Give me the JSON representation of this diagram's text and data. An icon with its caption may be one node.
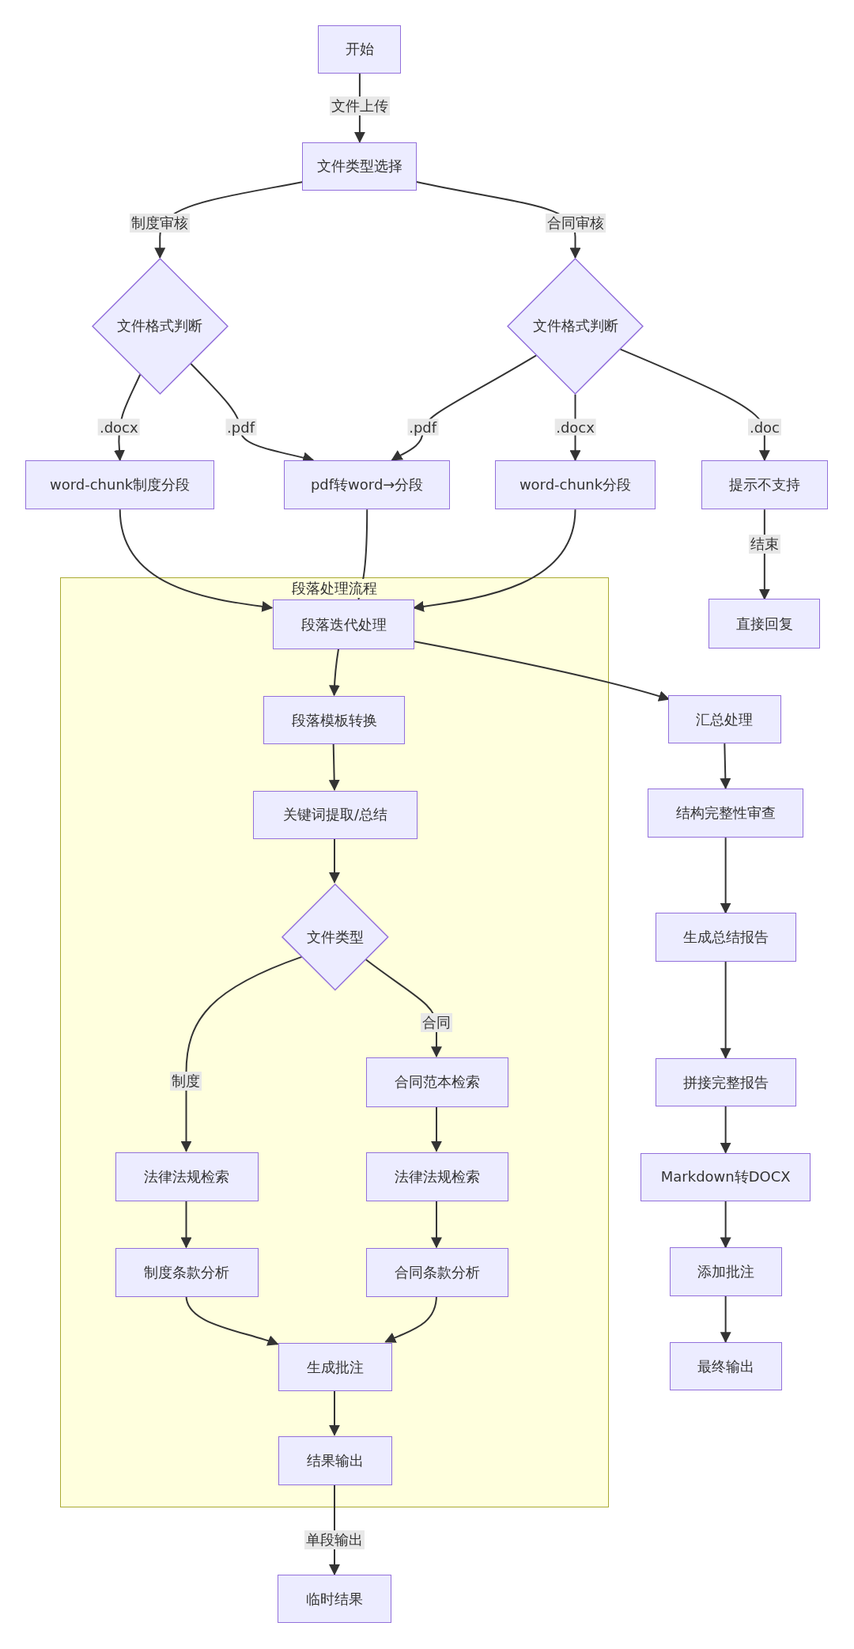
{
  "diagram": {
    "nodes": [
      {
        "text": [
          "开始"
        ]
      },
      {
        "text": [
          "文件类型选择"
        ]
      },
      {
        "text": [
          "文件格式判断"
        ]
      },
      {
        "text": [
          "文件格式判断"
        ]
      },
      {
        "text": [
          "word-chunk制度分段"
        ]
      },
      {
        "text": [
          "pdf转word→分段"
        ]
      },
      {
        "text": [
          "word-chunk分段"
        ]
      },
      {
        "text": [
          "提示不支持"
        ]
      },
      {
        "text": [
          "直接回复"
        ]
      },
      {
        "text": [
          "段落处理流程"
        ]
      },
      {
        "text": [
          "段落迭代处理"
        ],
        "in": 9
      },
      {
        "text": [
          "汇总处理"
        ]
      },
      {
        "text": [
          "段落模板转换"
        ],
        "in": 9
      },
      {
        "text": [
          "关键词提取/总结"
        ],
        "in": 9
      },
      {
        "text": [
          "文件类型"
        ],
        "in": 9
      },
      {
        "text": [
          "合同范本检索"
        ],
        "in": 9
      },
      {
        "text": [
          "法律法规检索"
        ],
        "in": 9
      },
      {
        "text": [
          "法律法规检索"
        ],
        "in": 9
      },
      {
        "text": [
          "制度条款分析"
        ],
        "in": 9
      },
      {
        "text": [
          "合同条款分析"
        ],
        "in": 9
      },
      {
        "text": [
          "生成批注"
        ],
        "in": 9
      },
      {
        "text": [
          "结果输出"
        ],
        "in": 9
      },
      {
        "text": [
          "临时结果"
        ]
      },
      {
        "text": [
          "结构完整性审查"
        ]
      },
      {
        "text": [
          "生成总结报告"
        ]
      },
      {
        "text": [
          "拼接完整报告"
        ]
      },
      {
        "text": [
          "Markdown转DOCX"
        ]
      },
      {
        "text": [
          "添加批注"
        ]
      },
      {
        "text": [
          "最终输出"
        ]
      }
    ],
    "edges": [
      {
        "from": 0,
        "to": 1,
        "arrow": "to",
        "label": "文件上传"
      },
      {
        "from": 1,
        "to": 2,
        "arrow": "to",
        "label": "制度审核"
      },
      {
        "from": 1,
        "to": 3,
        "arrow": "to",
        "label": "合同审核"
      },
      {
        "from": 2,
        "to": 4,
        "arrow": "to",
        "label": ".docx"
      },
      {
        "from": 2,
        "to": 5,
        "arrow": "to",
        "label": ".pdf"
      },
      {
        "from": 3,
        "to": 5,
        "arrow": "to",
        "label": ".pdf"
      },
      {
        "from": 3,
        "to": 6,
        "arrow": "to",
        "label": ".docx"
      },
      {
        "from": 3,
        "to": 7,
        "arrow": "to",
        "label": ".doc"
      },
      {
        "from": 7,
        "to": 8,
        "arrow": "to",
        "label": "结束"
      },
      {
        "from": 4,
        "to": 10,
        "arrow": "to"
      },
      {
        "from": 5,
        "to": 10,
        "arrow": "to"
      },
      {
        "from": 6,
        "to": 10,
        "arrow": "to"
      },
      {
        "from": 10,
        "to": 12,
        "arrow": "to"
      },
      {
        "from": 10,
        "to": 11,
        "arrow": "to"
      },
      {
        "from": 12,
        "to": 13,
        "arrow": "to"
      },
      {
        "from": 13,
        "to": 14,
        "arrow": "to"
      },
      {
        "from": 14,
        "to": 16,
        "arrow": "to",
        "label": "制度"
      },
      {
        "from": 14,
        "to": 15,
        "arrow": "to",
        "label": "合同"
      },
      {
        "from": 15,
        "to": 17,
        "arrow": "to"
      },
      {
        "from": 16,
        "to": 18,
        "arrow": "to"
      },
      {
        "from": 17,
        "to": 19,
        "arrow": "to"
      },
      {
        "from": 18,
        "to": 20,
        "arrow": "to"
      },
      {
        "from": 19,
        "to": 20,
        "arrow": "to"
      },
      {
        "from": 20,
        "to": 21,
        "arrow": "to"
      },
      {
        "from": 21,
        "to": 22,
        "arrow": "to",
        "label": "单段输出"
      },
      {
        "from": 11,
        "to": 23,
        "arrow": "to"
      },
      {
        "from": 23,
        "to": 24,
        "arrow": "to"
      },
      {
        "from": 24,
        "to": 25,
        "arrow": "to"
      },
      {
        "from": 25,
        "to": 26,
        "arrow": "to"
      },
      {
        "from": 26,
        "to": 27,
        "arrow": "to"
      },
      {
        "from": 27,
        "to": 28,
        "arrow": "to"
      }
    ]
  }
}
